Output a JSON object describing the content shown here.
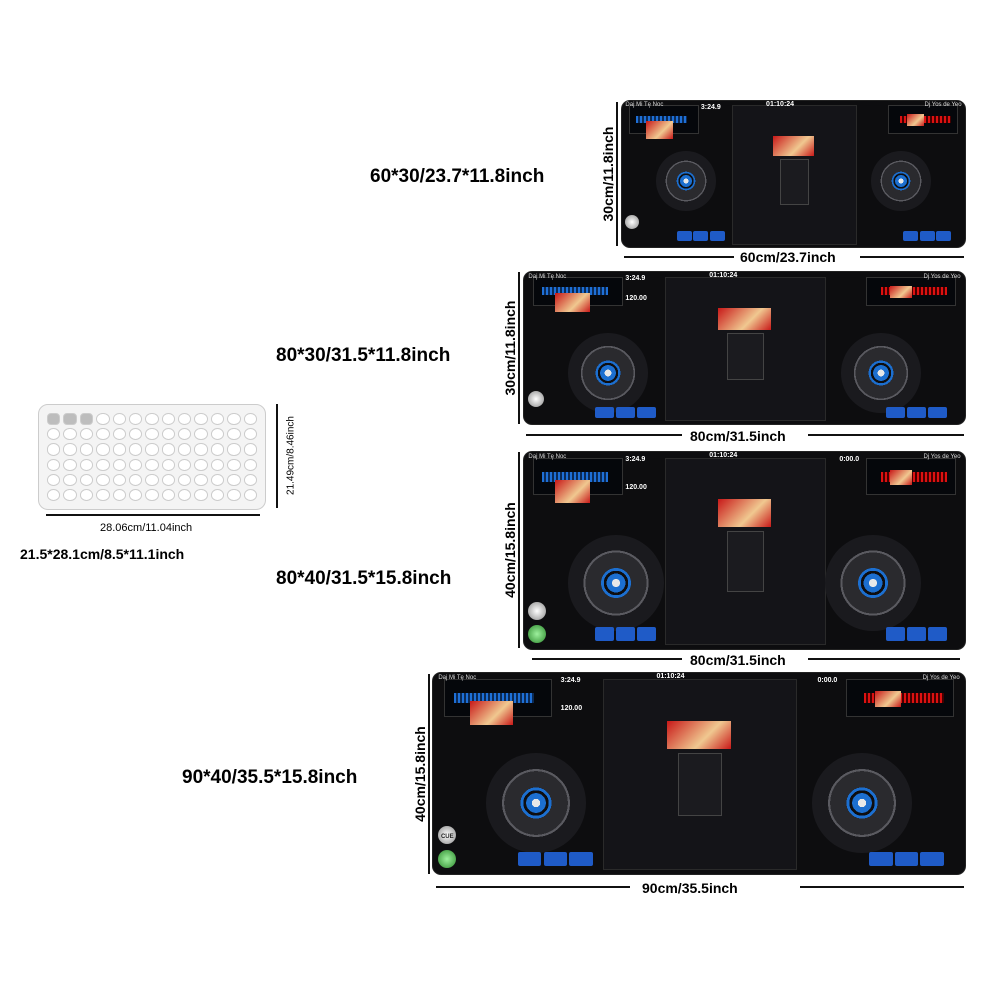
{
  "keyboard": {
    "width_label": "28.06cm/11.04inch",
    "height_label": "21.49cm/8.46inch",
    "size_label": "21.5*28.1cm/8.5*11.1inch"
  },
  "pads": [
    {
      "size_label": "60*30/23.7*11.8inch",
      "width_label": "60cm/23.7inch",
      "height_label": "30cm/11.8inch"
    },
    {
      "size_label": "80*30/31.5*11.8inch",
      "width_label": "80cm/31.5inch",
      "height_label": "30cm/11.8inch"
    },
    {
      "size_label": "80*40/31.5*15.8inch",
      "width_label": "80cm/31.5inch",
      "height_label": "40cm/15.8inch"
    },
    {
      "size_label": "90*40/35.5*15.8inch",
      "width_label": "90cm/35.5inch",
      "height_label": "40cm/15.8inch"
    }
  ],
  "print": {
    "track_left": "Daj Mi Tę Noc",
    "track_right": "Dj Yos de Yeo",
    "time_left": "3:24.9",
    "time_center": "01:10:24",
    "time_right": "0:00.0",
    "bpm": "120.00",
    "cue_label": "CUE"
  },
  "colors": {
    "pad_bg": "#0d0d0f",
    "accent_blue": "#1f5bc7",
    "accent_red": "#c81818"
  }
}
